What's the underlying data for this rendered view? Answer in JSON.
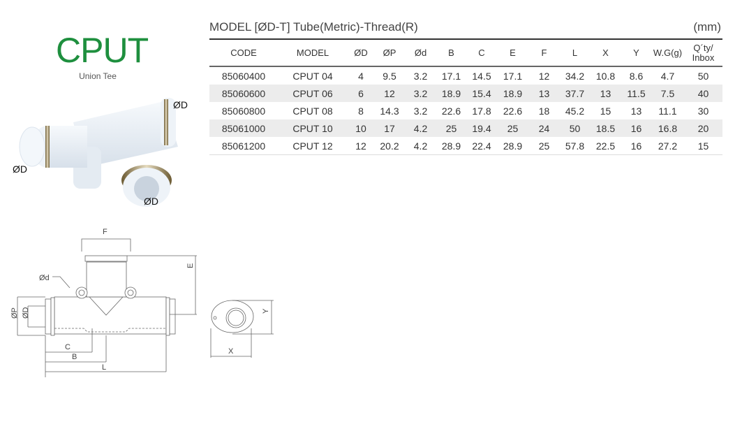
{
  "product": {
    "name": "CPUT",
    "subtitle": "Union Tee",
    "photo_labels": [
      "ØD",
      "ØD",
      "ØD"
    ],
    "brand_color": "#1e8f3e"
  },
  "table": {
    "title": "MODEL [ØD-T] Tube(Metric)-Thread(R)",
    "unit": "(mm)",
    "headers": [
      "CODE",
      "MODEL",
      "ØD",
      "ØP",
      "Ød",
      "B",
      "C",
      "E",
      "F",
      "L",
      "X",
      "Y",
      "W.G(g)",
      "Q´ty/ Inbox"
    ],
    "rows": [
      [
        "85060400",
        "CPUT 04",
        "4",
        "9.5",
        "3.2",
        "17.1",
        "14.5",
        "17.1",
        "12",
        "34.2",
        "10.8",
        "8.6",
        "4.7",
        "50"
      ],
      [
        "85060600",
        "CPUT 06",
        "6",
        "12",
        "3.2",
        "18.9",
        "15.4",
        "18.9",
        "13",
        "37.7",
        "13",
        "11.5",
        "7.5",
        "40"
      ],
      [
        "85060800",
        "CPUT 08",
        "8",
        "14.3",
        "3.2",
        "22.6",
        "17.8",
        "22.6",
        "18",
        "45.2",
        "15",
        "13",
        "11.1",
        "30"
      ],
      [
        "85061000",
        "CPUT 10",
        "10",
        "17",
        "4.2",
        "25",
        "19.4",
        "25",
        "24",
        "50",
        "18.5",
        "16",
        "16.8",
        "20"
      ],
      [
        "85061200",
        "CPUT 12",
        "12",
        "20.2",
        "4.2",
        "28.9",
        "22.4",
        "28.9",
        "25",
        "57.8",
        "22.5",
        "16",
        "27.2",
        "15"
      ]
    ]
  },
  "drawing": {
    "labels": {
      "F": "F",
      "E": "E",
      "d": "Ød",
      "P": "ØP",
      "D": "ØD",
      "C": "C",
      "B": "B",
      "L": "L",
      "X": "X",
      "Y": "Y"
    }
  }
}
